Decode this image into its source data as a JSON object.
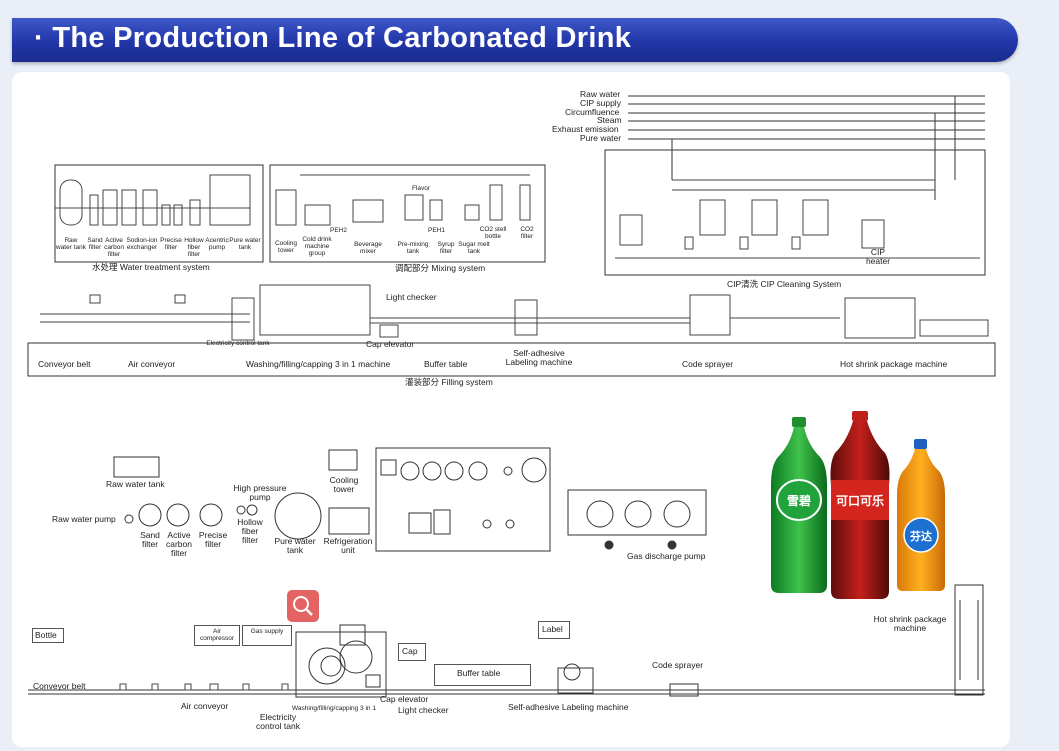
{
  "title": "· The Production Line of Carbonated Drink",
  "top": {
    "inputs": [
      "Raw water",
      "CIP supply",
      "Circumfluence",
      "Steam",
      "Exhaust emission",
      "Pure water"
    ],
    "water": {
      "labels": [
        "Raw water tank",
        "Sand filter",
        "Active carbon filter",
        "Sodion-ion exchanger",
        "Precise filter",
        "Hollow fiber filter",
        "Acentric pump",
        "Pure water tank"
      ],
      "system": "水处理 Water treatment system"
    },
    "mixing": {
      "labels": [
        "Cooling tower",
        "Cold drink machine group",
        "Beverage mixer",
        "Pre-mixing tank",
        "Syrup filter",
        "Sugar melt tank",
        "CO2 stell bottle",
        "CO2 filter"
      ],
      "tags": [
        "PEH2",
        "PEH1",
        "Flavor"
      ],
      "system": "调配部分 Mixing system"
    },
    "cip": {
      "heater": "CIP heater",
      "system": "CIP清洗 CIP Cleaning System"
    },
    "filling": {
      "light_checker": "Light checker",
      "cap_elevator": "Cap elevator",
      "ect": "Electricity control tank",
      "labels": [
        "Conveyor belt",
        "Air conveyor",
        "Washing/filling/capping 3 in 1 machine",
        "Buffer table",
        "Self-adhesive Labeling machine",
        "Code sprayer",
        "Hot shrink package machine"
      ],
      "system": "灌装部分 Filling system"
    }
  },
  "middle": {
    "raw_water_tank": "Raw water tank",
    "raw_water_pump": "Raw water pump",
    "filters": [
      "Sand filter",
      "Active carbon filter",
      "Precise filter"
    ],
    "high_pressure_pump": "High pressure pump",
    "hollow_fiber": "Hollow fiber filter",
    "pure_water_tank": "Pure water tank",
    "cooling_tower": "Cooling tower",
    "refrigeration": "Refrigeration unit",
    "gas_pump": "Gas discharge pump"
  },
  "bottom": {
    "bottle": "Bottle",
    "air_compressor": "Air compressor",
    "gas_supply": "Gas supply",
    "label": "Label",
    "cap": "Cap",
    "buffer": "Buffer table",
    "code": "Code sprayer",
    "hot_shrink": "Hot shrink package machine",
    "conveyor": "Conveyor belt",
    "air_conveyor": "Air conveyor",
    "ect": "Electricity control tank",
    "wfc": "Washing/filling/capping 3 in 1",
    "cap_elev": "Cap elevator",
    "light": "Light checker",
    "labeling": "Self-adhesive Labeling machine"
  },
  "bottles": {
    "sprite": "雪碧",
    "coke": "可口可乐",
    "fanta": "芬达"
  },
  "icons": {
    "zoom": "zoom-icon"
  },
  "colors": {
    "banner": "#2236a8",
    "zoom": "#e46363"
  }
}
